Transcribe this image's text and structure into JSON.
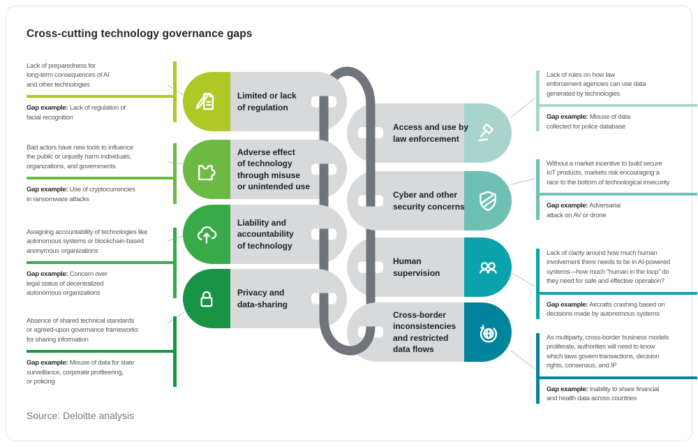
{
  "title": "Cross-cutting technology governance gaps",
  "source": "Source: Deloitte analysis",
  "colors": {
    "pill_gray": "#d8d9da",
    "chain_gray": "#6f757b",
    "connector_gray": "#c9cbcc"
  },
  "left_items": [
    {
      "label": "Limited or lack\nof regulation",
      "color": "#b0c826",
      "icon": "document-pencil-icon",
      "para": "Lack of preparedness for\nlong-term consequences of AI\nand other technologies",
      "gap_label": "Gap example:",
      "gap_text": " Lack of regulation of\nfacial recognition"
    },
    {
      "label": "Adverse effect\nof technology\nthrough misuse\nor unintended use",
      "color": "#6cba44",
      "icon": "puzzle-piece-icon",
      "para": "Bad actors have new tools to influence\nthe public or unjustly harm individuals,\norganizations, and governments",
      "gap_label": "Gap example:",
      "gap_text": " Use of cryptocurrencies\nin ransomware attacks"
    },
    {
      "label": "Liability and\naccountability\nof technology",
      "color": "#3aaa49",
      "icon": "cloud-upload-icon",
      "para": "Assigning accountability of technologies like\nautonomous systems or blockchain-based\nanonymous organizations",
      "gap_label": "Gap example:",
      "gap_text": " Concern over\nlegal status of decentralized\nautonomous organizations"
    },
    {
      "label": "Privacy and\ndata-sharing",
      "color": "#199345",
      "icon": "padlock-icon",
      "para": "Absence of shared technical standards\nor agreed-upon governance frameworks\nfor sharing information",
      "gap_label": "Gap example:",
      "gap_text": " Misuse of data for state\nsurveillance, corporate profiteering,\nor policing"
    }
  ],
  "right_items": [
    {
      "label": "Access and use by\nlaw enforcement",
      "color": "#a9d4cc",
      "icon": "gavel-icon",
      "para": "Lack of rules on how law\nenforcement agencies can use data\ngenerated by technologies",
      "gap_label": "Gap example:",
      "gap_text": " Misuse of data\ncollected for police database"
    },
    {
      "label": "Cyber and other\nsecurity concerns",
      "color": "#6ec0b2",
      "icon": "shield-icon",
      "para": "Without a market incentive to build secure\nIoT products, markets risk encouraging a\nrace to the bottom of technological insecurity",
      "gap_label": "Gap example:",
      "gap_text": " Adversarial\nattack on AV or drone"
    },
    {
      "label": "Human\nsupervision",
      "color": "#0aa3ac",
      "icon": "people-icon",
      "para": "Lack of clarity around how much human\ninvolvement there needs to be in AI-powered\nsystems—how much “human in the loop” do\nthey need for safe and effective operation?",
      "gap_label": "Gap example:",
      "gap_text": " Aircrafts crashing based on\ndecisions made by autonomous systems"
    },
    {
      "label": "Cross-border\ninconsistencies\nand restricted\ndata flows",
      "color": "#00839d",
      "icon": "globe-rotate-icon",
      "para": "As multiparty, cross-border business models\nproliferate, authorities will need to know\nwhich laws govern transactions, decision\nrights, consensus, and IP",
      "gap_label": "Gap example:",
      "gap_text": " Inability to share financial\nand health data across countries"
    }
  ]
}
